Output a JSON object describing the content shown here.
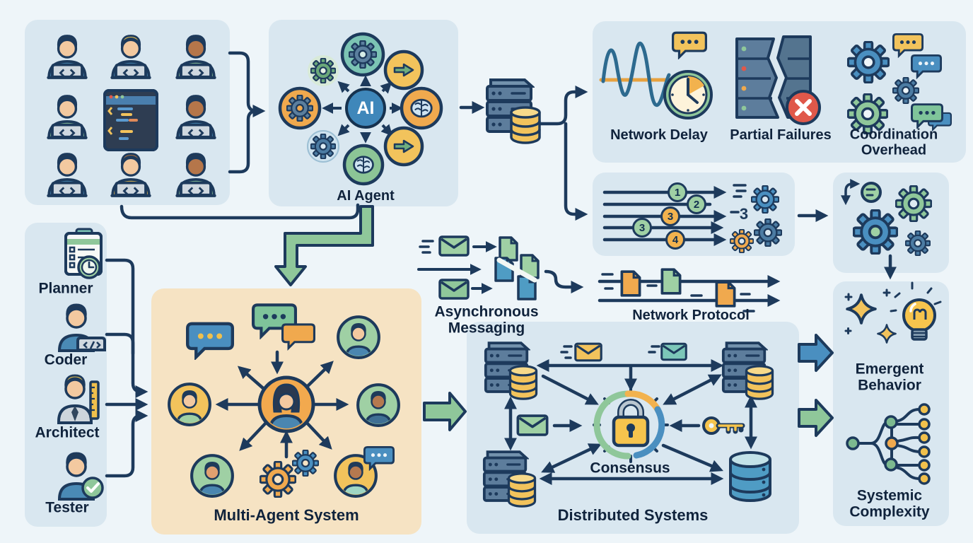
{
  "flow": {
    "ai_agent": {
      "label": "AI Agent",
      "core": "AI"
    },
    "mas": {
      "label": "Multi-Agent System"
    },
    "async_messaging": {
      "label": "Asynchronous Messaging"
    },
    "protocol": {
      "label": "Network Protocol"
    },
    "distributed": {
      "label": "Distributed Systems",
      "consensus": "Consensus"
    }
  },
  "challenges": {
    "items": [
      {
        "label": "Network Delay",
        "icon": "signal-wave-clock-icon"
      },
      {
        "label": "Partial Failures",
        "icon": "broken-server-error-icon"
      },
      {
        "label": "Coordination Overhead",
        "icon": "gears-chat-icon"
      }
    ]
  },
  "roles": {
    "items": [
      {
        "label": "Planner",
        "icon": "clipboard-clock-icon"
      },
      {
        "label": "Coder",
        "icon": "person-laptop-icon"
      },
      {
        "label": "Architect",
        "icon": "person-ruler-icon"
      },
      {
        "label": "Tester",
        "icon": "person-check-icon"
      }
    ]
  },
  "outcomes": {
    "items": [
      {
        "label": "Emergent Behavior",
        "icon": "sparkles-lightbulb-icon"
      },
      {
        "label": "Systemic Complexity",
        "icon": "branching-network-icon"
      }
    ]
  },
  "ordering": {
    "items": [
      {
        "value": "1",
        "color": "green"
      },
      {
        "value": "2",
        "color": "green"
      },
      {
        "value": "3",
        "color": "orange"
      },
      {
        "value": "3",
        "color": "green"
      },
      {
        "value": "4",
        "color": "orange"
      }
    ],
    "stray_number": "3"
  },
  "dev_team": {
    "people": [
      {
        "shirt": "#4a8ab5",
        "hair": "#263a52",
        "skin": "#f3c9a0"
      },
      {
        "shirt": "#4a8ab5",
        "hair": "#e8c14f",
        "skin": "#f3c9a0"
      },
      {
        "shirt": "#8fc79a",
        "hair": "#263a52",
        "skin": "#b5764a"
      },
      {
        "shirt": "#8fc79a",
        "hair": "#263a52",
        "skin": "#f3c9a0"
      },
      {
        "shirt": "#4a8ab5",
        "hair": "#263a52",
        "skin": "#b5764a"
      },
      {
        "shirt": "#4a8ab5",
        "hair": "#263a52",
        "skin": "#f3c9a0"
      },
      {
        "shirt": "#f0c04c",
        "hair": "#a9703d",
        "skin": "#f3c9a0"
      },
      {
        "shirt": "#8fc79a",
        "hair": "#263a52",
        "skin": "#b5764a"
      }
    ]
  },
  "colors": {
    "background": "#eef5f9",
    "panel": "#d9e7f0",
    "mas_panel": "#f6e3c3",
    "outline": "#1d3a5c",
    "text": "#10233c",
    "green": "#8fc79a",
    "blue": "#4a8fc0",
    "orange": "#f0a94e",
    "yellow": "#f2c35c",
    "red": "#e0584a",
    "teal": "#7cc4b4"
  },
  "icon_names": [
    "person-at-laptop-icon",
    "code-window-icon",
    "gear-icon",
    "block-arrow-icon",
    "brain-icon",
    "server-rack-icon",
    "database-icon",
    "chat-bubble-icon",
    "envelope-icon",
    "document-icon",
    "clock-icon",
    "clipboard-icon",
    "ruler-icon",
    "checkmark-icon",
    "signal-wave-icon",
    "error-x-icon",
    "padlock-icon",
    "key-icon",
    "lightbulb-icon",
    "sparkle-icon",
    "branching-tree-icon"
  ]
}
